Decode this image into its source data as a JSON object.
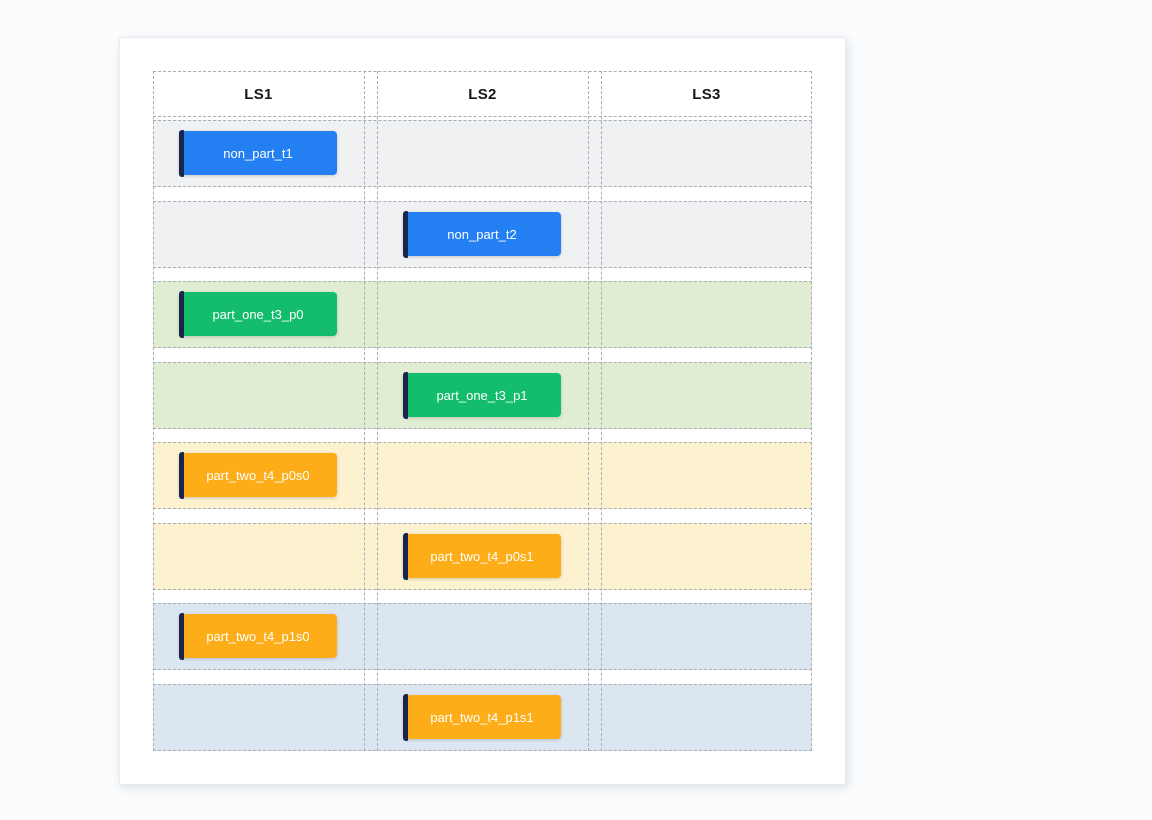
{
  "diagram": {
    "columns": [
      {
        "label": "LS1"
      },
      {
        "label": "LS2"
      },
      {
        "label": "LS3"
      }
    ],
    "rows": [
      {
        "band": "gray",
        "band_color": "#f0f1f3",
        "task": {
          "label": "non_part_t1",
          "color_name": "blue",
          "color": "#2480f2",
          "column": "LS1"
        }
      },
      {
        "band": "gray",
        "band_color": "#f0f1f3",
        "task": {
          "label": "non_part_t2",
          "color_name": "blue",
          "color": "#2480f2",
          "column": "LS2"
        }
      },
      {
        "band": "green",
        "band_color": "#e0edd3",
        "task": {
          "label": "part_one_t3_p0",
          "color_name": "green",
          "color": "#13bd6c",
          "column": "LS1"
        }
      },
      {
        "band": "green",
        "band_color": "#e0edd3",
        "task": {
          "label": "part_one_t3_p1",
          "color_name": "green",
          "color": "#13bd6c",
          "column": "LS2"
        }
      },
      {
        "band": "yellow",
        "band_color": "#fcf2d0",
        "task": {
          "label": "part_two_t4_p0s0",
          "color_name": "amber",
          "color": "#fcad17",
          "column": "LS1"
        }
      },
      {
        "band": "yellow",
        "band_color": "#fcf2d0",
        "task": {
          "label": "part_two_t4_p0s1",
          "color_name": "amber",
          "color": "#fcad17",
          "column": "LS2"
        }
      },
      {
        "band": "bluegray",
        "band_color": "#dbe6f1",
        "task": {
          "label": "part_two_t4_p1s0",
          "color_name": "amber",
          "color": "#fcad17",
          "column": "LS1"
        }
      },
      {
        "band": "bluegray",
        "band_color": "#dbe6f1",
        "task": {
          "label": "part_two_t4_p1s1",
          "color_name": "amber",
          "color": "#fcad17",
          "column": "LS2"
        }
      }
    ],
    "palette": {
      "dash_border": "#a8adb5",
      "task_left_bar": "#18264e",
      "card_background": "#ffffff",
      "card_border": "#e9ebee"
    }
  }
}
